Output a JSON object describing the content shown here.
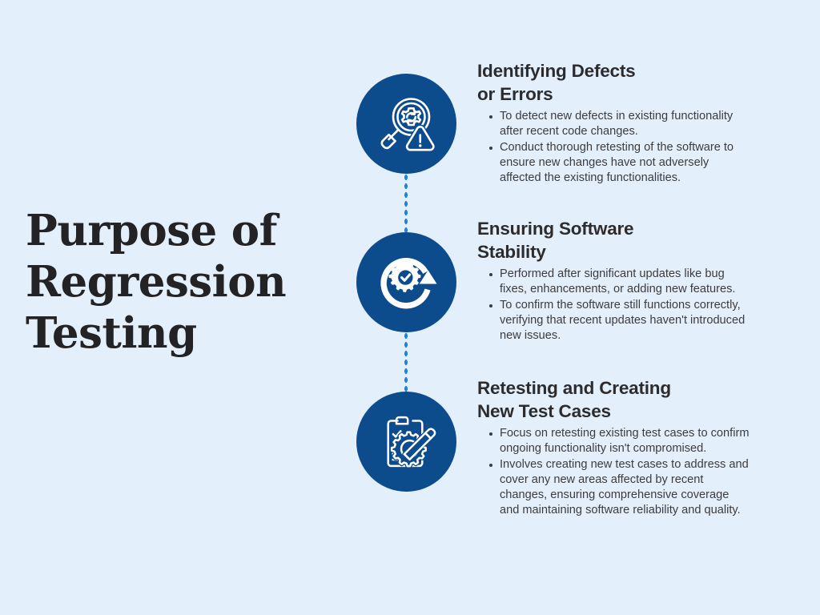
{
  "page": {
    "background_color": "#e4effc",
    "accent_circle_color": "#0d4c8c",
    "connector_dot_color": "#2183e0",
    "heading_color": "#2c2c2e",
    "body_color": "#3c3c3e"
  },
  "title": {
    "text": "Purpose of\nRegression\nTesting"
  },
  "sections": [
    {
      "icon_name": "magnifier-gear-warning-icon",
      "heading": "Identifying Defects\nor Errors",
      "bullets": [
        "To detect new defects in existing functionality after recent code changes.",
        "Conduct thorough retesting of the software to ensure new changes have not adversely affected the existing functionalities."
      ]
    },
    {
      "icon_name": "refresh-gear-check-icon",
      "heading": "Ensuring Software\nStability",
      "bullets": [
        "Performed after significant updates like bug fixes, enhancements, or adding new features.",
        "To confirm the software still functions correctly, verifying that recent updates haven't introduced new issues."
      ]
    },
    {
      "icon_name": "clipboard-gear-pencil-icon",
      "heading": "Retesting and Creating\nNew Test Cases",
      "bullets": [
        "Focus on retesting existing test cases to confirm ongoing functionality isn't compromised.",
        "Involves creating new test cases to address and cover any new areas affected by recent changes, ensuring comprehensive coverage and maintaining software reliability and quality."
      ]
    }
  ]
}
